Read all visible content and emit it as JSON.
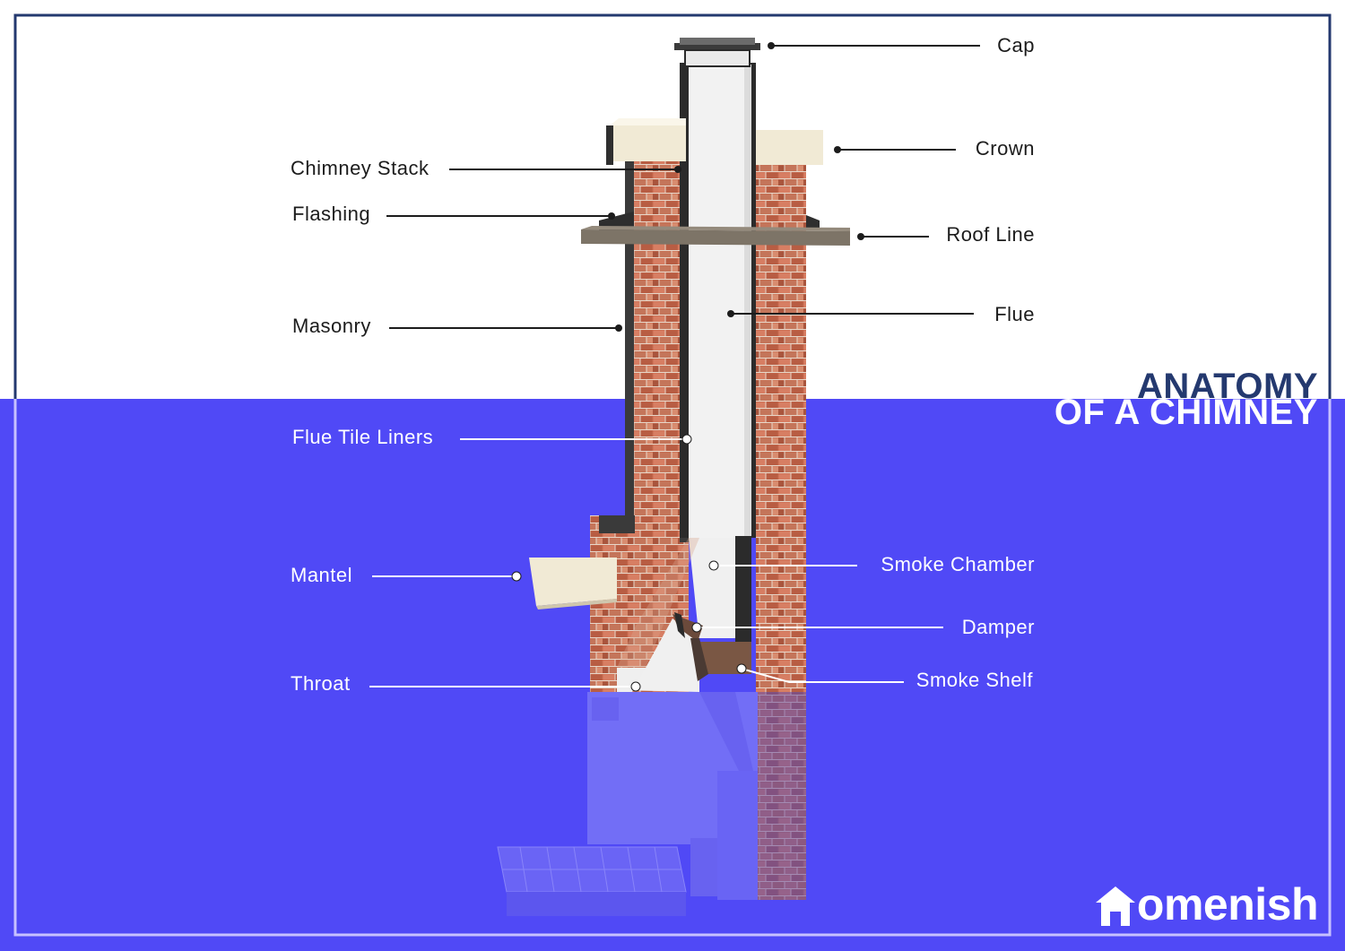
{
  "title": {
    "line1": "ANATOMY",
    "line2": "OF A CHIMNEY"
  },
  "brand": {
    "name": "omenish",
    "logo_icon": "house-h-icon"
  },
  "colors": {
    "background_top": "#ffffff",
    "background_bottom": "#5049f6",
    "frame_top": "#24396f",
    "frame_bottom": "#c7c1ff",
    "title_dark": "#24396f",
    "brick": "#c86a4e",
    "liner": "#f0f0f0",
    "crown": "#f1ead5",
    "roof_line": "#7d7467"
  },
  "parts": [
    {
      "id": "cap",
      "label": "Cap"
    },
    {
      "id": "crown",
      "label": "Crown"
    },
    {
      "id": "chimney-stack",
      "label": "Chimney Stack"
    },
    {
      "id": "flashing",
      "label": "Flashing"
    },
    {
      "id": "roof-line",
      "label": "Roof Line"
    },
    {
      "id": "masonry",
      "label": "Masonry"
    },
    {
      "id": "flue",
      "label": "Flue"
    },
    {
      "id": "flue-tile-liners",
      "label": "Flue Tile Liners"
    },
    {
      "id": "smoke-chamber",
      "label": "Smoke Chamber"
    },
    {
      "id": "mantel",
      "label": "Mantel"
    },
    {
      "id": "damper",
      "label": "Damper"
    },
    {
      "id": "throat",
      "label": "Throat"
    },
    {
      "id": "smoke-shelf",
      "label": "Smoke Shelf"
    }
  ]
}
